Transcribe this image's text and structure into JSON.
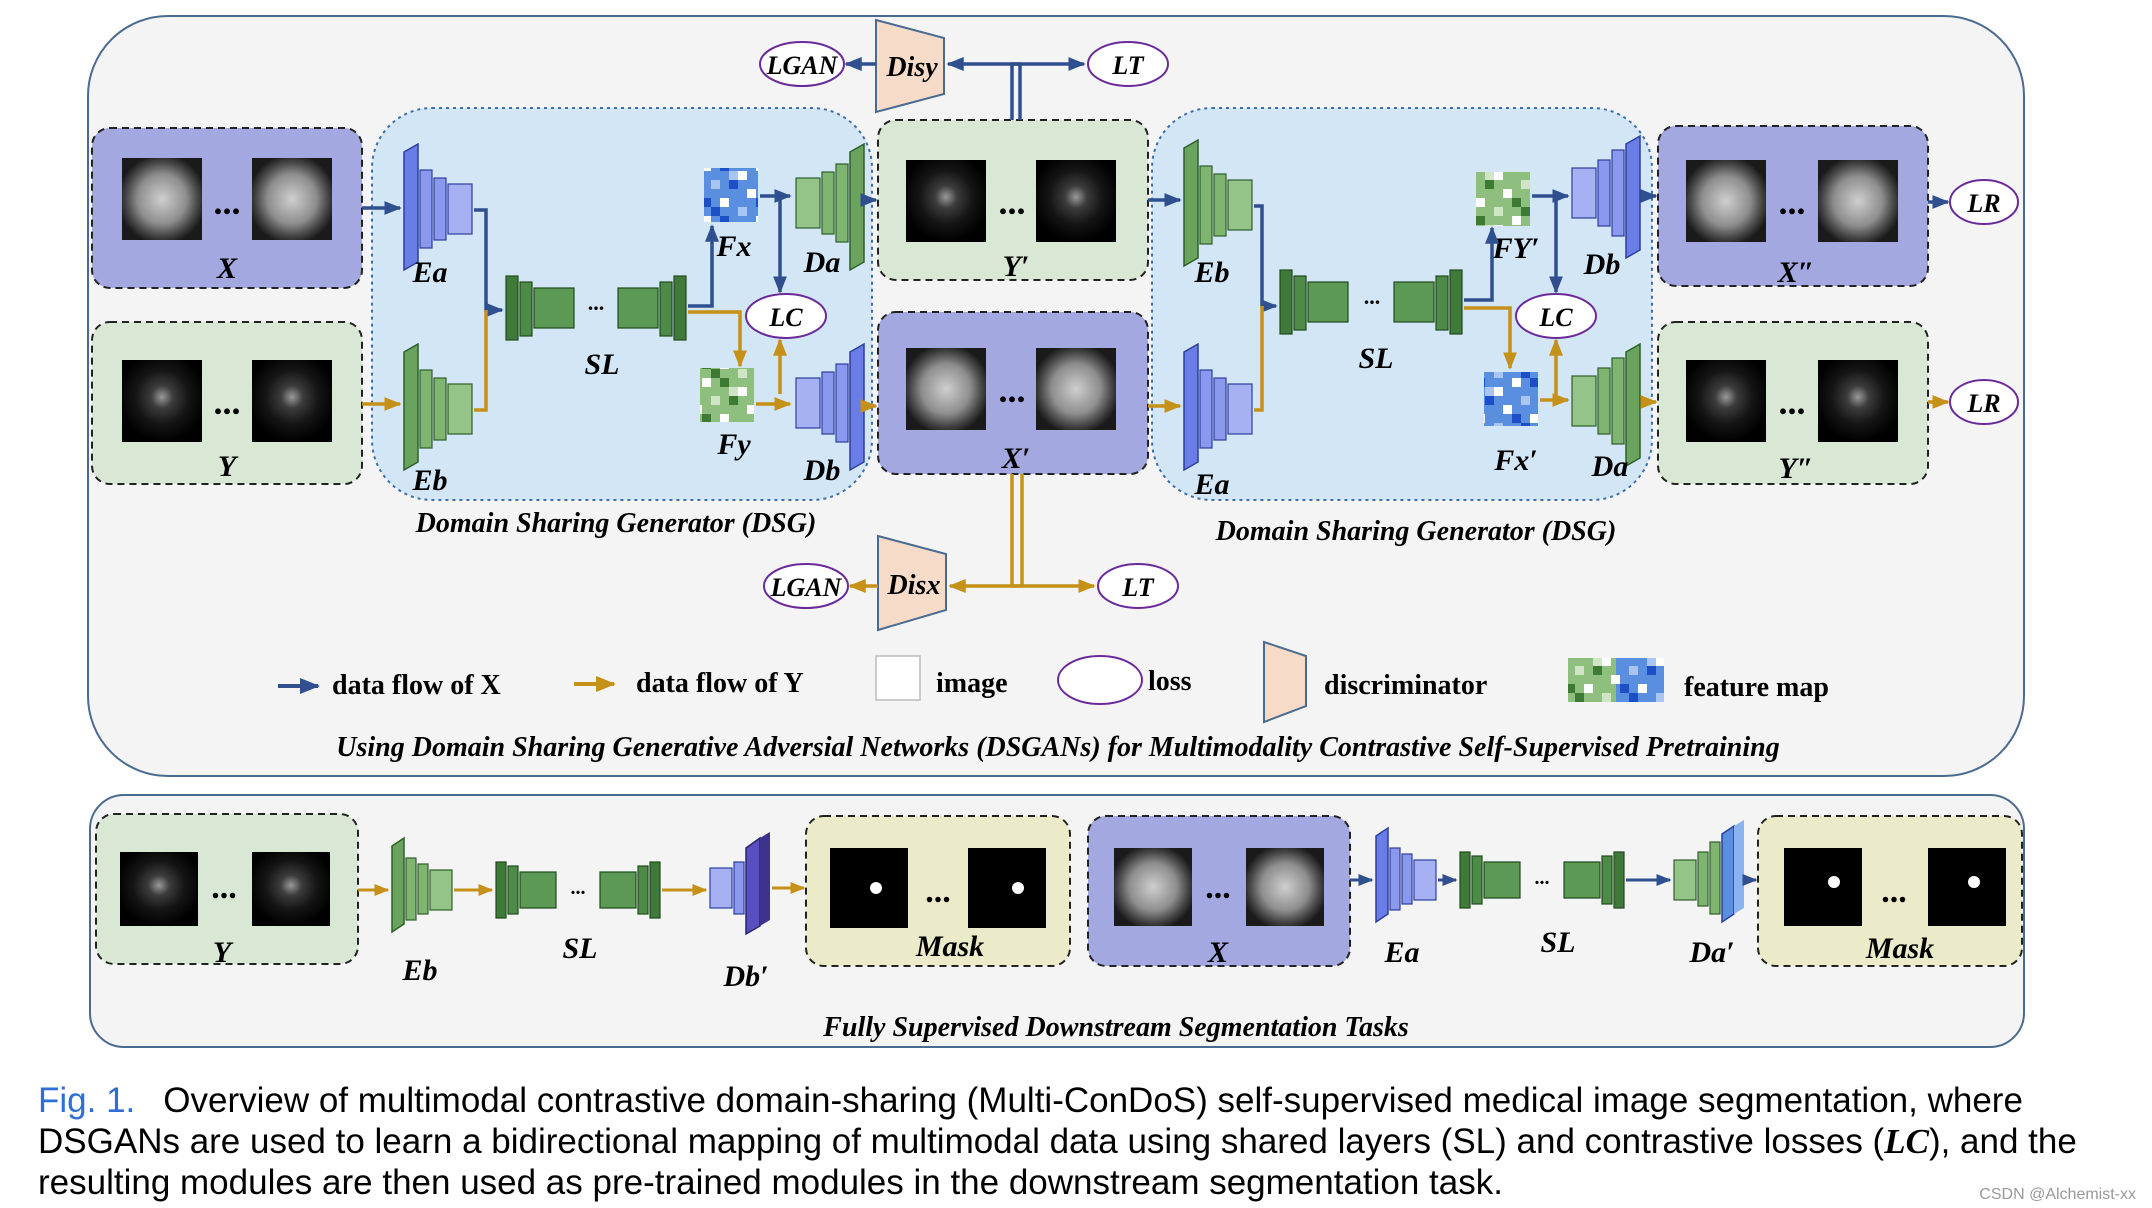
{
  "labels": {
    "x": "X",
    "y": "Y",
    "y_prime": "Y′",
    "x_prime": "X′",
    "x_dprime": "X″",
    "y_dprime": "Y″",
    "ea": "Ea",
    "eb": "Eb",
    "sl": "SL",
    "da": "Da",
    "db": "Db",
    "da_prime": "Da′",
    "db_prime": "Db′",
    "fx": "Fx",
    "fy": "Fy",
    "fy_prime": "FY′",
    "fx_prime": "Fx′",
    "lgan": "LGAN",
    "lt": "LT",
    "lc": "LC",
    "lr": "LR",
    "dis_y": "Disy",
    "dis_x": "Disx",
    "mask": "Mask",
    "dsg_title": "Domain Sharing Generator (DSG)",
    "pretrain_title": "Using Domain Sharing Generative Adversial Networks (DSGANs) for Multimodality Contrastive Self-Supervised Pretraining",
    "downstream_title": "Fully Supervised Downstream Segmentation Tasks",
    "ellipsis": "..."
  },
  "legend": {
    "flow_x": "data flow of X",
    "flow_y": "data flow of Y",
    "image": "image",
    "loss": "loss",
    "discriminator": "discriminator",
    "feature_map": "feature map"
  },
  "caption": {
    "fig": "Fig. 1.",
    "text_1": "Overview of multimodal contrastive domain-sharing (Multi-ConDoS) self-supervised medical image segmentation, where DSGANs are used to learn a bidirectional mapping of multimodal data using shared layers (SL) and contrastive losses (",
    "lc": "LC",
    "text_2": "), and the resulting modules are then used as pre-trained modules in the downstream segmentation task."
  },
  "watermark": "CSDN @Alchemist-xx",
  "colors": {
    "flow_x": "#2f4f8f",
    "flow_y": "#c59118",
    "purple_box": "#a3a8e0",
    "green_box": "#d8e8d4",
    "mask_box": "#ebeac9",
    "dsg_bg": "#d3e6f5",
    "disc_fill": "#f6dcc8",
    "loss_stroke": "#6a2a9a"
  }
}
